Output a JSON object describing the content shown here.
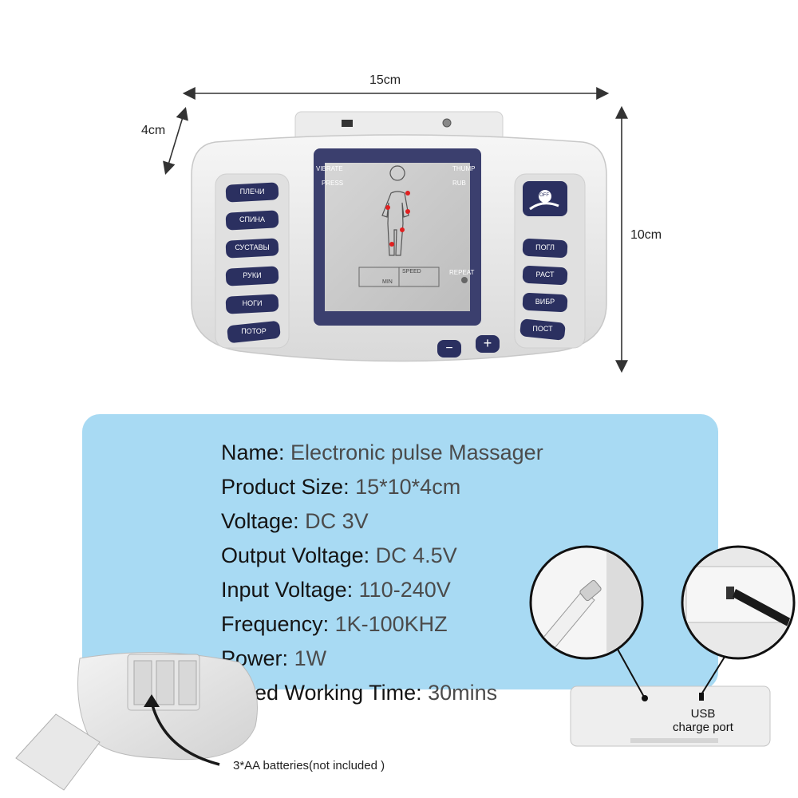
{
  "dimensions": {
    "width": "15cm",
    "depth": "4cm",
    "height": "10cm"
  },
  "device": {
    "left_buttons": [
      "ПЛЕЧИ",
      "СПИНА",
      "СУСТАВЫ",
      "РУКИ",
      "НОГИ",
      "ПОТОР"
    ],
    "right_buttons": [
      "ПОГЛ",
      "РАСТ",
      "ВИБР",
      "ПОСТ"
    ],
    "power_label": "OFF",
    "display": {
      "vibrate": "VIBRATE",
      "press": "PRESS",
      "thump": "THUMP",
      "rub": "RUB",
      "speed": "SPEED",
      "min": "MIN",
      "repeat": "REPEAT"
    },
    "minus_label": "−",
    "plus_label": "+"
  },
  "specs": [
    {
      "key": "Name:",
      "value": "Electronic pulse Massager"
    },
    {
      "key": "Product Size:",
      "value": "15*10*4cm"
    },
    {
      "key": "Voltage:",
      "value": "DC 3V"
    },
    {
      "key": "Output Voltage:",
      "value": "DC 4.5V"
    },
    {
      "key": "Input Voltage:",
      "value": "110-240V"
    },
    {
      "key": "Frequency:",
      "value": "1K-100KHZ"
    },
    {
      "key": "Power:",
      "value": "1W"
    },
    {
      "key": "Rated Working Time:",
      "value": "30mins"
    }
  ],
  "notes": {
    "batteries": "3*AA batteries(not included )",
    "usb_line1": "USB",
    "usb_line2": "charge port"
  },
  "colors": {
    "panel": "#a8daf3",
    "button_navy": "#2b3060",
    "device_white": "#eeeeee"
  }
}
